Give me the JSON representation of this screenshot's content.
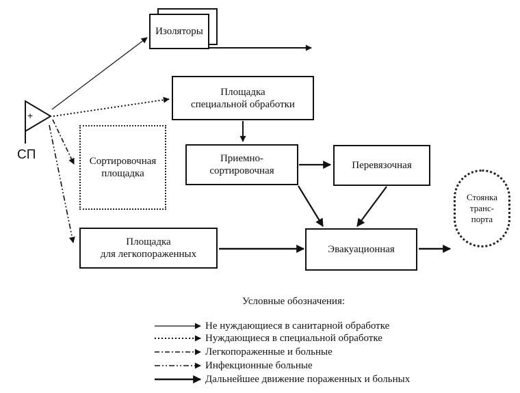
{
  "diagram": {
    "sp_symbol": "+",
    "sp_label": "СП",
    "nodes": {
      "isolators": "Изоляторы",
      "special_area": "Площадка\nспециальной обработки",
      "sorting_area": "Сортировочная\nплощадка",
      "reception": "Приемно-\nсортировочная",
      "dressing": "Перевязочная",
      "light_wounded": "Площадка\nдля легкопораженных",
      "evacuation": "Эвакуационная",
      "transport": "Стоянка\nтранс-\nпорта"
    }
  },
  "legend": {
    "title": "Условные обозначения:",
    "items": [
      {
        "style": "thin",
        "label": "Не нуждающиеся в санитарной обработке"
      },
      {
        "style": "dotted",
        "label": "Нуждающиеся в специальной обработке"
      },
      {
        "style": "dashdot",
        "label": "Легкопораженные и больные"
      },
      {
        "style": "dashdotdot",
        "label": "Инфекционные больные"
      },
      {
        "style": "thick",
        "label": "Дальнейшее движение пораженных и больных"
      }
    ]
  }
}
